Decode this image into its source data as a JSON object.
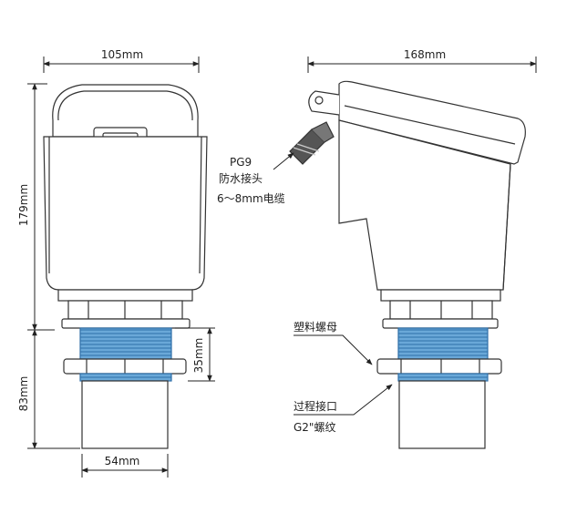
{
  "dimensions": {
    "front_width": "105mm",
    "side_width": "168mm",
    "height_body": "179mm",
    "height_lower": "83mm",
    "thread_height": "35mm",
    "bottom_width": "54mm"
  },
  "callouts": {
    "gland_line1": "PG9",
    "gland_line2": "防水接头",
    "gland_line3": "6～8mm电缆",
    "nut": "塑料螺母",
    "connection_line1": "过程接口",
    "connection_line2": "G2\"螺纹"
  },
  "colors": {
    "outline": "#333333",
    "thread": "#4a90c8",
    "dim_line": "#222222"
  }
}
